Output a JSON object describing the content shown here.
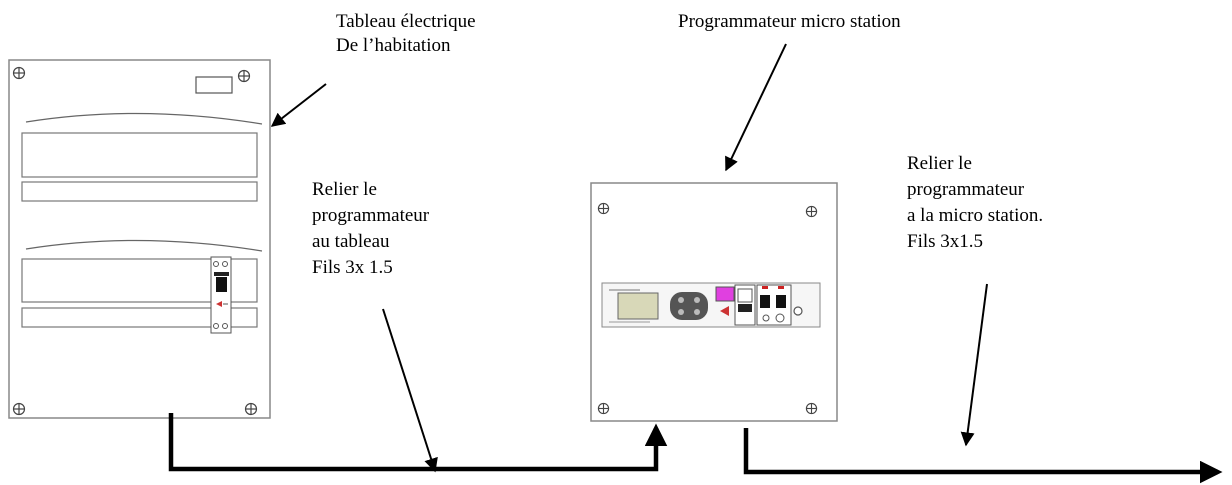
{
  "labels": {
    "panel_title_line1": "Tableau électrique",
    "panel_title_line2": "De l’habitation",
    "programmer_title": "Programmateur micro station",
    "link_panel": [
      "Relier le",
      "programmateur",
      "au tableau",
      "Fils 3x 1.5"
    ],
    "link_station": [
      "Relier le",
      "programmateur",
      "a la micro station.",
      "Fils 3x1.5"
    ]
  },
  "colors": {
    "ink": "#000000",
    "panel_outline": "#888888",
    "lcd": "#d8d8b8",
    "magenta_breaker": "#e040e0",
    "red_tab": "#cc2222"
  },
  "icons": [
    "screw-icon",
    "arrow-icon"
  ]
}
